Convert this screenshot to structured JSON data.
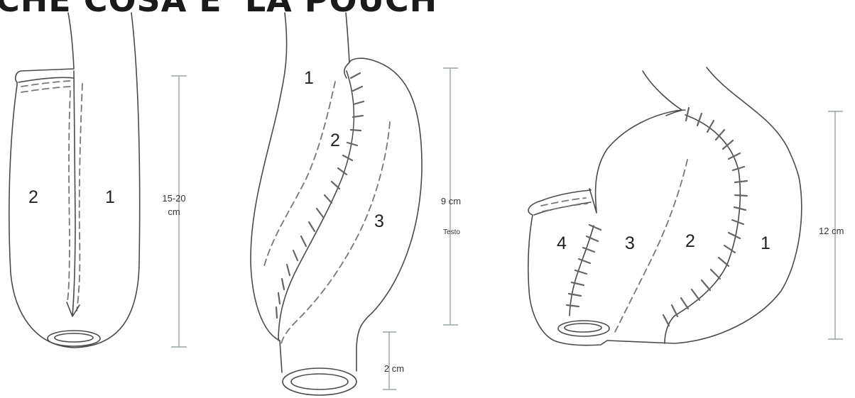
{
  "title": "CHE COSA E' LA POUCH",
  "pouches": [
    {
      "id": "j-pouch",
      "section_labels": [
        "2",
        "1"
      ],
      "measure_lines": [
        "15-20",
        "cm"
      ]
    },
    {
      "id": "s-pouch",
      "section_labels": [
        "1",
        "2",
        "3"
      ],
      "measure_label": "9 cm",
      "measure_sublabel": "Testo",
      "outlet_label": "2 cm"
    },
    {
      "id": "w-pouch",
      "section_labels": [
        "4",
        "3",
        "2",
        "1"
      ],
      "measure_label": "12 cm"
    }
  ]
}
